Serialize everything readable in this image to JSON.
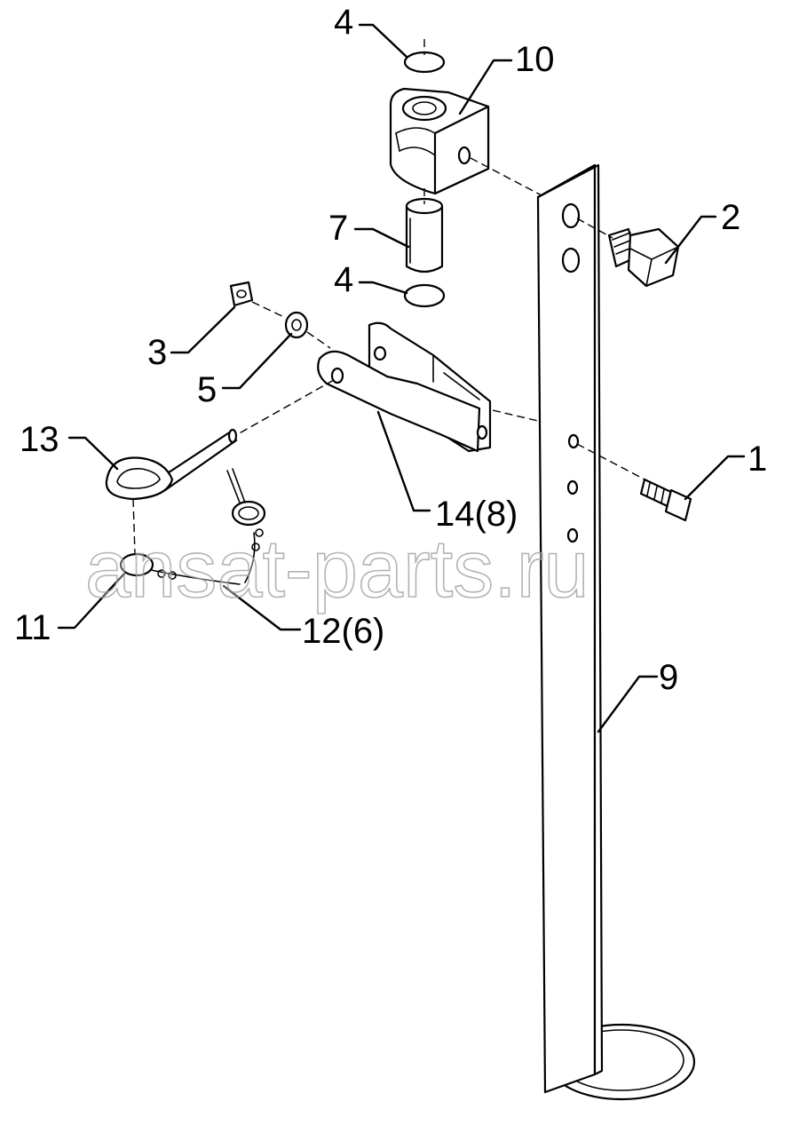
{
  "callouts": {
    "c1": "1",
    "c2": "2",
    "c3": "3",
    "c4a": "4",
    "c4b": "4",
    "c5": "5",
    "c7": "7",
    "c9": "9",
    "c10": "10",
    "c11": "11",
    "c12": "12(6)",
    "c13": "13",
    "c14": "14(8)"
  },
  "watermark": "ansat-parts.ru",
  "colors": {
    "line": "#000000",
    "background": "#ffffff",
    "watermark_stroke": "#9a9a9a"
  }
}
